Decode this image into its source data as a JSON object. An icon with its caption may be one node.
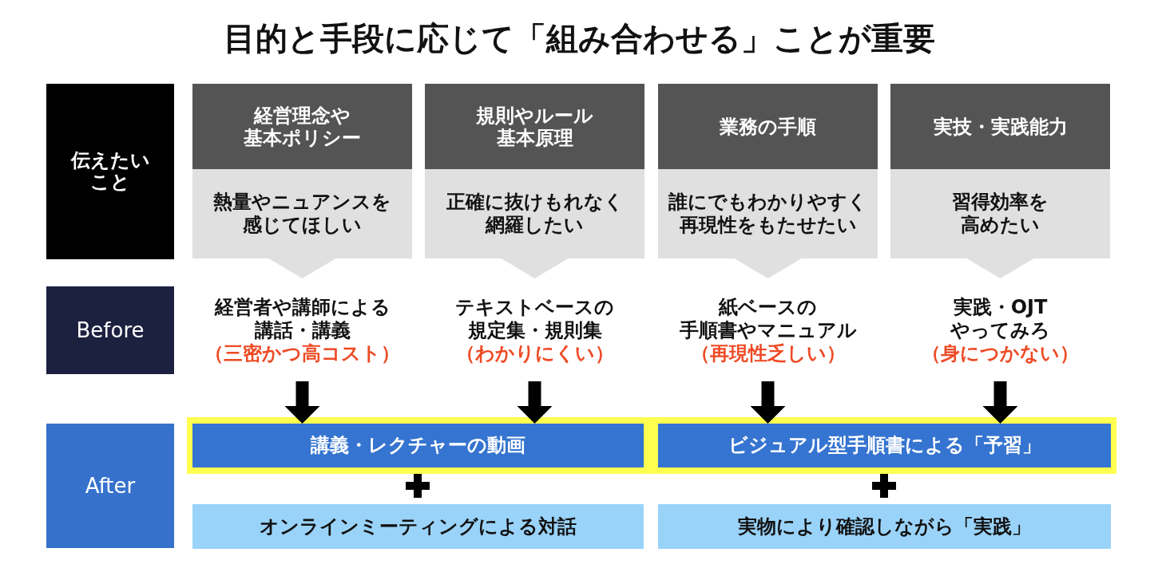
{
  "diagram": {
    "title": "目的と手段に応じて「組み合わせる」ことが重要",
    "nodes": [
      {
        "text": [
          "伝えたいこと"
        ]
      },
      {
        "text": [
          "経営理念や基本ポリシー",
          "熱量やニュアンスを感じてほしい"
        ]
      },
      {
        "text": [
          "規則やルール基本原理",
          "正確に抜けもれなく網羅したい"
        ]
      },
      {
        "text": [
          "業務の手順",
          "誰にでもわかりやすく再現性をもたせたい"
        ]
      },
      {
        "text": [
          "実技・実践能力",
          "習得効率を高めたい"
        ]
      },
      {
        "text": [
          "Before"
        ]
      },
      {
        "text": [
          "経営者や講師による講話・講義",
          "（三密かつ高コスト）"
        ]
      },
      {
        "text": [
          "テキストベースの規定集・規則集",
          "（わかりにくい）"
        ]
      },
      {
        "text": [
          "紙ベースの手順書やマニュアル",
          "（再現性乏しい）"
        ]
      },
      {
        "text": [
          "実践・OJTやってみろ",
          "（身につかない）"
        ]
      },
      {
        "text": [
          "After"
        ]
      },
      {
        "text": [],
        "shape": "box"
      },
      {
        "text": [
          "講義・レクチャーの動画"
        ],
        "in": 11
      },
      {
        "text": [
          "ビジュアル型手順書による「予習」"
        ],
        "in": 11
      },
      {
        "text": [
          "オンラインミーティングによる対話"
        ]
      },
      {
        "text": [
          "実物により確認しながら「実践」"
        ]
      }
    ],
    "edges": [
      {
        "from": 6,
        "to": 12,
        "arrow": "to"
      },
      {
        "from": 7,
        "to": 12,
        "arrow": "to"
      },
      {
        "from": 8,
        "to": 13,
        "arrow": "to"
      },
      {
        "from": 9,
        "to": 13,
        "arrow": "to"
      }
    ]
  }
}
